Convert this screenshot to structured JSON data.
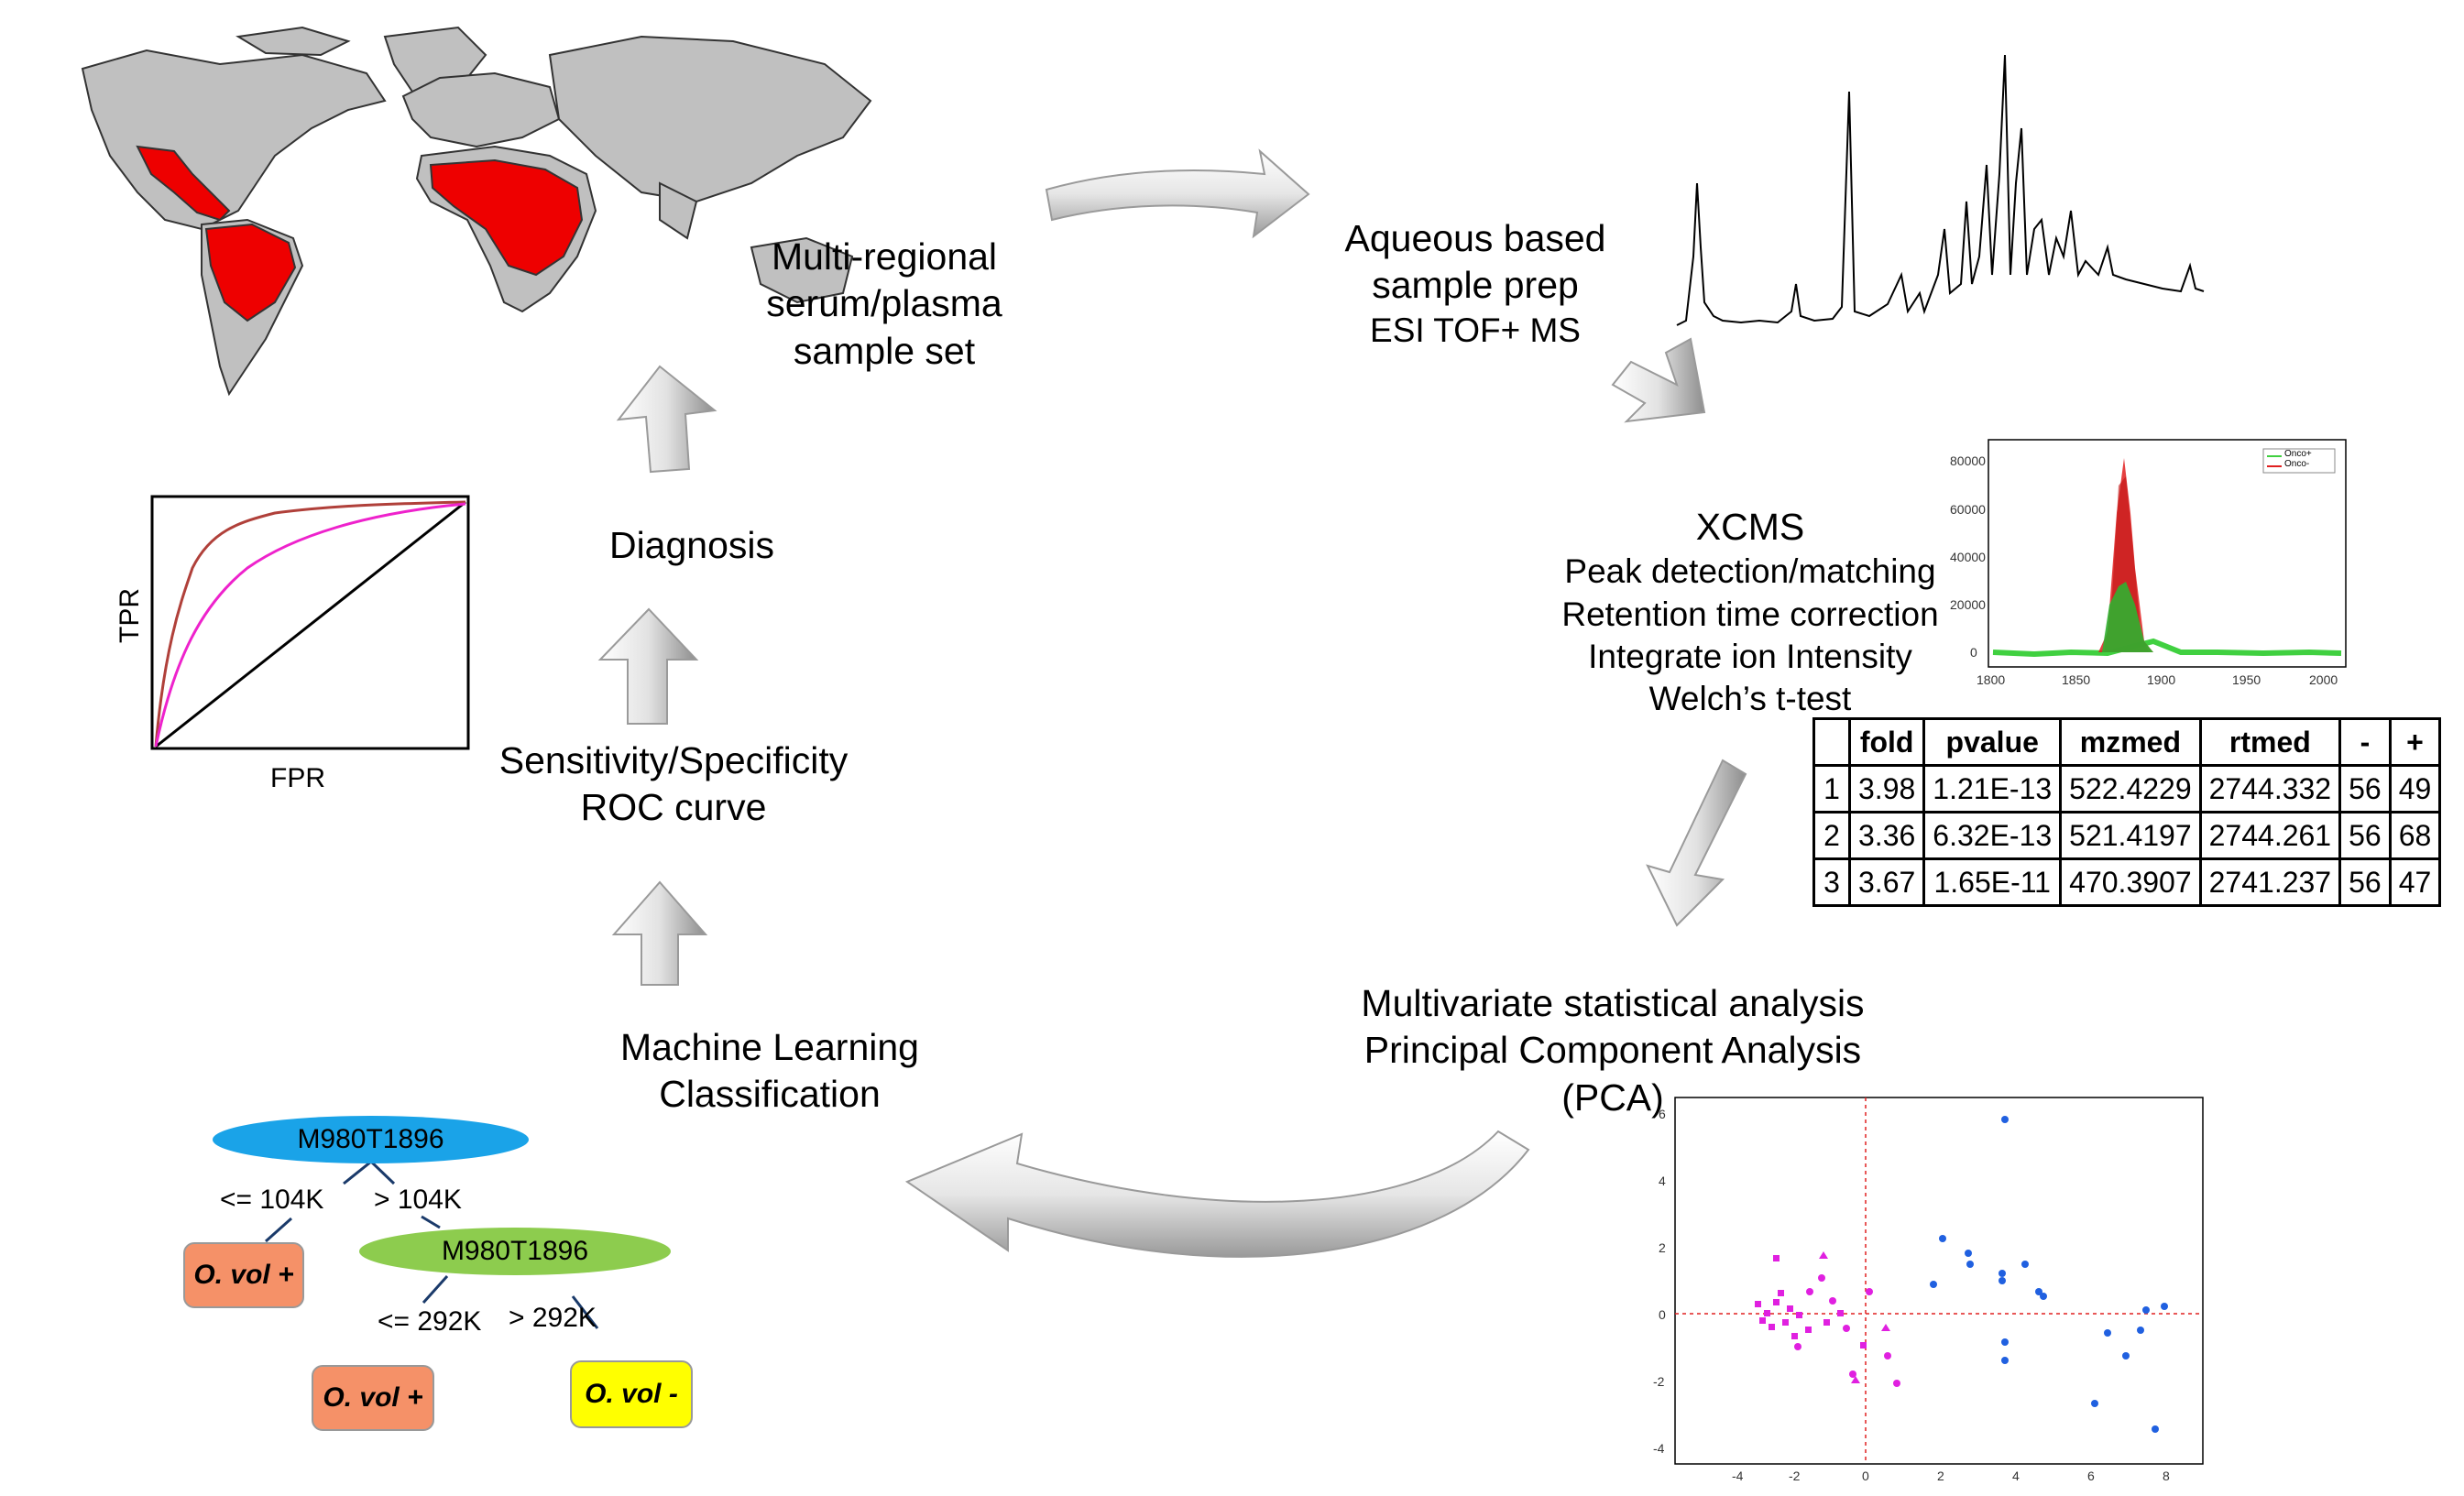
{
  "steps": {
    "sample_set": [
      "Multi-regional",
      "serum/plasma",
      "sample set"
    ],
    "prep": [
      "Aqueous based",
      "sample prep",
      "ESI TOF+ MS"
    ],
    "xcms": [
      "XCMS",
      "Peak detection/matching",
      "Retention time correction",
      "Integrate ion Intensity",
      "Welch’s t-test"
    ],
    "multivariate": [
      "Multivariate statistical analysis",
      "Principal Component Analysis",
      "(PCA)"
    ],
    "ml": [
      "Machine Learning",
      "Classification"
    ],
    "roc": [
      "Sensitivity/Specificity",
      "ROC curve"
    ],
    "diagnosis": "Diagnosis"
  },
  "roc_plot": {
    "ylabel": "TPR",
    "xlabel": "FPR"
  },
  "results_table": {
    "headers": [
      "",
      "fold",
      "pvalue",
      "mzmed",
      "rtmed",
      "-",
      "+"
    ],
    "rows": [
      [
        "1",
        "3.98",
        "1.21E-13",
        "522.4229",
        "2744.332",
        "56",
        "49"
      ],
      [
        "2",
        "3.36",
        "6.32E-13",
        "521.4197",
        "2744.261",
        "56",
        "68"
      ],
      [
        "3",
        "3.67",
        "1.65E-11",
        "470.3907",
        "2741.237",
        "56",
        "47"
      ]
    ]
  },
  "decision_tree": {
    "root": "M980T1896",
    "left_edge": "<= 104K",
    "right_edge": "> 104K",
    "leaf1": "O. vol +",
    "node2": "M980T1896",
    "left_edge2": "<= 292K",
    "right_edge2": "> 292K",
    "leaf2": "O. vol +",
    "leaf3": "O. vol -"
  },
  "eic_plot": {
    "legend": [
      "Onco+",
      "Onco-"
    ],
    "yticks": [
      "80000",
      "60000",
      "40000",
      "20000",
      "0"
    ],
    "xticks": [
      "1800",
      "1850",
      "1900",
      "1950",
      "2000"
    ]
  },
  "pca_plot": {
    "yticks": [
      "6",
      "4",
      "2",
      "0",
      "-2",
      "-4"
    ],
    "xticks": [
      "-4",
      "-2",
      "0",
      "2",
      "4",
      "6",
      "8"
    ]
  },
  "colors": {
    "map_highlight": "#ee0000",
    "map_land": "#c0c0c0",
    "roc_curve1": "#b0403a",
    "roc_curve2": "#ee22cc",
    "root_node": "#1aa3e8",
    "node2": "#8dcc4e",
    "leaf_orange": "#f59168",
    "leaf_yellow": "#ffff00",
    "pca_magenta": "#e020e0",
    "pca_blue": "#2060e0",
    "eic_green": "#40d040",
    "eic_red": "#e02020"
  }
}
